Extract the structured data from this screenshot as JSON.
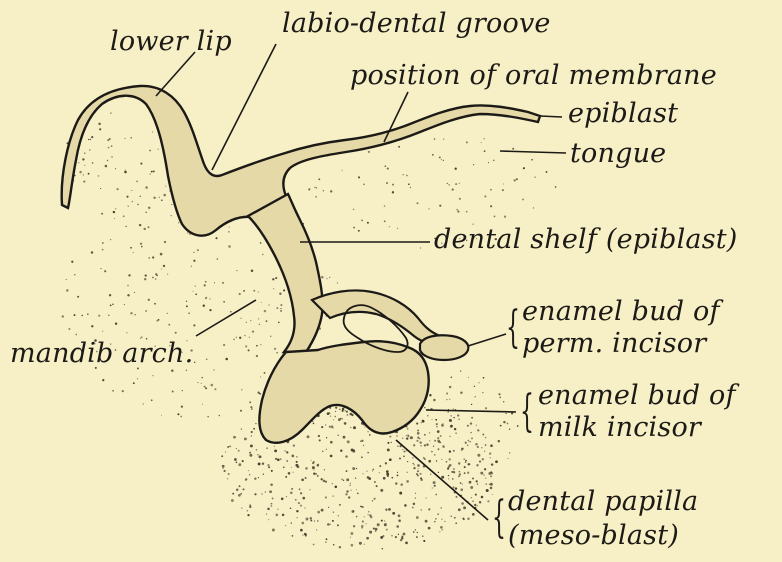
{
  "labels": {
    "lower_lip": "lower lip",
    "labio_dental_groove": "labio-dental groove",
    "oral_membrane": "position of oral membrane",
    "epiblast": "epiblast",
    "tongue": "tongue",
    "dental_shelf": "dental shelf (epiblast)",
    "perm_bud_line1": "enamel bud of",
    "perm_bud_line2": "perm. incisor",
    "mandib_arch": "mandib arch.",
    "milk_bud_line1": "enamel bud of",
    "milk_bud_line2": "milk incisor",
    "papilla_line1": "dental papilla",
    "papilla_line2": "(meso-blast)"
  },
  "colors": {
    "background": "#f7efc6",
    "ink": "#1c1a16",
    "epithelium_fill": "#e6d9a8"
  }
}
